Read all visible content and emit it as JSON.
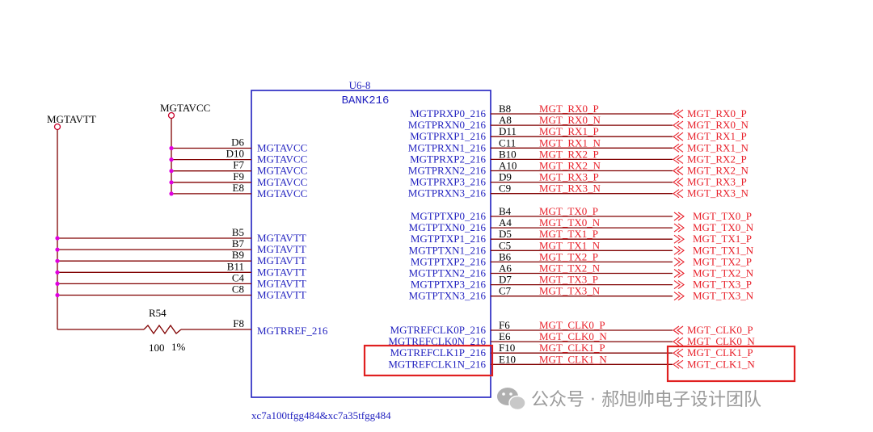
{
  "colors": {
    "component": "#1f1fbf",
    "wire": "#800000",
    "pin_number": "#000000",
    "net": "#e8202a",
    "junction": "#e000e0",
    "power": "#c8002a",
    "highlight": "#e02020",
    "watermark": "#9a9a9a"
  },
  "component": {
    "designator": "U6-8",
    "bank": "BANK216",
    "part": "xc7a100tfgg484&xc7a35tfgg484"
  },
  "power": {
    "mgtavtt": "MGTAVTT",
    "mgtavcc": "MGTAVCC"
  },
  "left_avcc": [
    {
      "pin": "D6",
      "name": "MGTAVCC"
    },
    {
      "pin": "D10",
      "name": "MGTAVCC"
    },
    {
      "pin": "F7",
      "name": "MGTAVCC"
    },
    {
      "pin": "F9",
      "name": "MGTAVCC"
    },
    {
      "pin": "E8",
      "name": "MGTAVCC"
    }
  ],
  "left_avtt": [
    {
      "pin": "B5",
      "name": "MGTAVTT"
    },
    {
      "pin": "B7",
      "name": "MGTAVTT"
    },
    {
      "pin": "B9",
      "name": "MGTAVTT"
    },
    {
      "pin": "B11",
      "name": "MGTAVTT"
    },
    {
      "pin": "C4",
      "name": "MGTAVTT"
    },
    {
      "pin": "C8",
      "name": "MGTAVTT"
    }
  ],
  "rref": {
    "pin": "F8",
    "name": "MGTRREF_216"
  },
  "resistor": {
    "ref": "R54",
    "value": "100",
    "tolerance": "1%"
  },
  "rx": [
    {
      "pin": "B8",
      "name": "MGTPRXP0_216",
      "net": "MGT_RX0_P",
      "port": "MGT_RX0_P"
    },
    {
      "pin": "A8",
      "name": "MGTPRXN0_216",
      "net": "MGT_RX0_N",
      "port": "MGT_RX0_N"
    },
    {
      "pin": "D11",
      "name": "MGTPRXP1_216",
      "net": "MGT_RX1_P",
      "port": "MGT_RX1_P"
    },
    {
      "pin": "C11",
      "name": "MGTPRXN1_216",
      "net": "MGT_RX1_N",
      "port": "MGT_RX1_N"
    },
    {
      "pin": "B10",
      "name": "MGTPRXP2_216",
      "net": "MGT_RX2_P",
      "port": "MGT_RX2_P"
    },
    {
      "pin": "A10",
      "name": "MGTPRXN2_216",
      "net": "MGT_RX2_N",
      "port": "MGT_RX2_N"
    },
    {
      "pin": "D9",
      "name": "MGTPRXP3_216",
      "net": "MGT_RX3_P",
      "port": "MGT_RX3_P"
    },
    {
      "pin": "C9",
      "name": "MGTPRXN3_216",
      "net": "MGT_RX3_N",
      "port": "MGT_RX3_N"
    }
  ],
  "tx": [
    {
      "pin": "B4",
      "name": "MGTPTXP0_216",
      "net": "MGT_TX0_P",
      "port": "MGT_TX0_P"
    },
    {
      "pin": "A4",
      "name": "MGTPTXN0_216",
      "net": "MGT_TX0_N",
      "port": "MGT_TX0_N"
    },
    {
      "pin": "D5",
      "name": "MGTPTXP1_216",
      "net": "MGT_TX1_P",
      "port": "MGT_TX1_P"
    },
    {
      "pin": "C5",
      "name": "MGTPTXN1_216",
      "net": "MGT_TX1_N",
      "port": "MGT_TX1_N"
    },
    {
      "pin": "B6",
      "name": "MGTPTXP2_216",
      "net": "MGT_TX2_P",
      "port": "MGT_TX2_P"
    },
    {
      "pin": "A6",
      "name": "MGTPTXN2_216",
      "net": "MGT_TX2_N",
      "port": "MGT_TX2_N"
    },
    {
      "pin": "D7",
      "name": "MGTPTXP3_216",
      "net": "MGT_TX3_P",
      "port": "MGT_TX3_P"
    },
    {
      "pin": "C7",
      "name": "MGTPTXN3_216",
      "net": "MGT_TX3_N",
      "port": "MGT_TX3_N"
    }
  ],
  "clk": [
    {
      "pin": "F6",
      "name": "MGTREFCLK0P_216",
      "net": "MGT_CLK0_P",
      "port": "MGT_CLK0_P"
    },
    {
      "pin": "E6",
      "name": "MGTREFCLK0N_216",
      "net": "MGT_CLK0_N",
      "port": "MGT_CLK0_N"
    },
    {
      "pin": "F10",
      "name": "MGTREFCLK1P_216",
      "net": "MGT_CLK1_P",
      "port": "MGT_CLK1_P"
    },
    {
      "pin": "E10",
      "name": "MGTREFCLK1N_216",
      "net": "MGT_CLK1_N",
      "port": "MGT_CLK1_N"
    }
  ],
  "watermark": "公众号 · 郝旭帅电子设计团队"
}
